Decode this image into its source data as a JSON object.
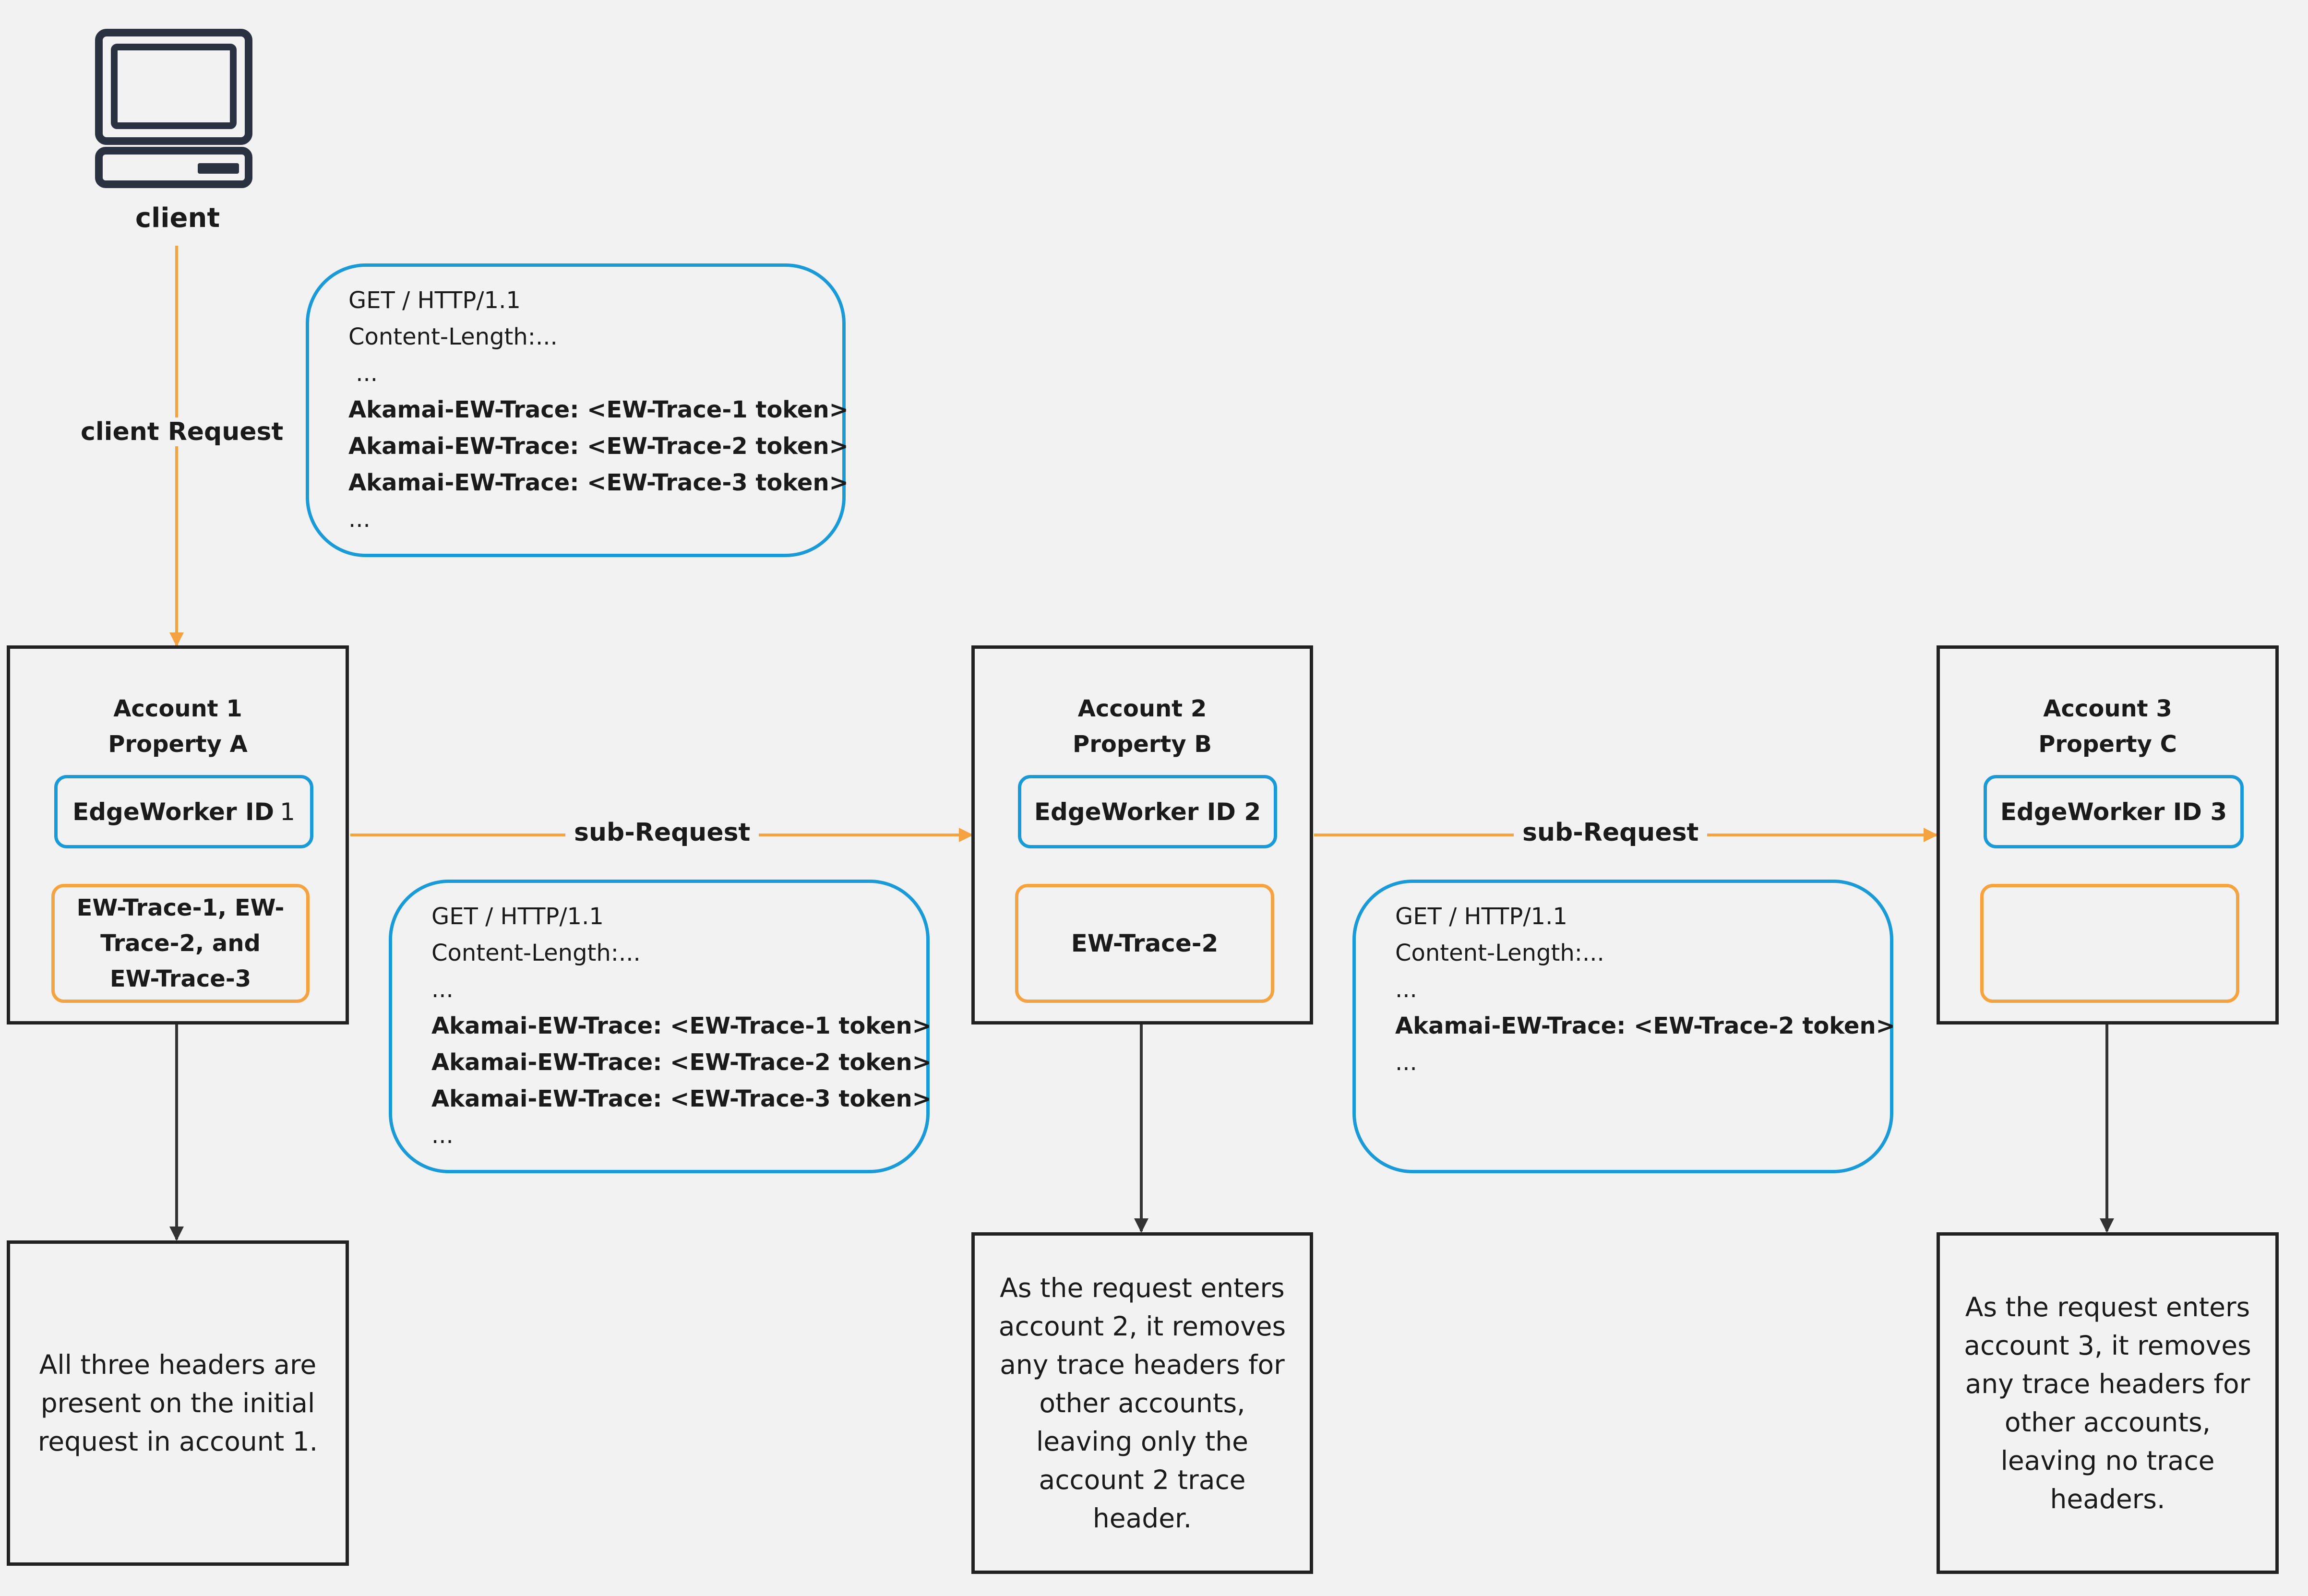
{
  "client": {
    "icon": "desktop-computer-icon",
    "label": "client"
  },
  "edge_labels": {
    "client_request": "client Request",
    "sub_request_1": "sub-Request",
    "sub_request_2": "sub-Request"
  },
  "colors": {
    "background": "#f2f2f2",
    "box_border": "#222222",
    "bubble_border": "#1a9ad6",
    "trace_border": "#f5a341",
    "request_arrow": "#f5a341",
    "flow_arrow": "#333333"
  },
  "header_blocks": [
    {
      "lines": [
        {
          "text": "GET / HTTP/1.1",
          "bold": false
        },
        {
          "text": "Content-Length:...",
          "bold": false
        },
        {
          "text": " ...",
          "bold": false
        },
        {
          "text": "Akamai-EW-Trace: <EW-Trace-1 token>",
          "bold": true
        },
        {
          "text": "Akamai-EW-Trace: <EW-Trace-2 token>",
          "bold": true
        },
        {
          "text": "Akamai-EW-Trace: <EW-Trace-3 token>",
          "bold": true
        },
        {
          "text": "...",
          "bold": false
        }
      ]
    },
    {
      "lines": [
        {
          "text": "GET / HTTP/1.1",
          "bold": false
        },
        {
          "text": "Content-Length:...",
          "bold": false
        },
        {
          "text": "...",
          "bold": false
        },
        {
          "text": "Akamai-EW-Trace: <EW-Trace-1 token>",
          "bold": true
        },
        {
          "text": "Akamai-EW-Trace: <EW-Trace-2 token>",
          "bold": true
        },
        {
          "text": "Akamai-EW-Trace: <EW-Trace-3 token>",
          "bold": true
        },
        {
          "text": "...",
          "bold": false
        }
      ]
    },
    {
      "lines": [
        {
          "text": "GET / HTTP/1.1",
          "bold": false
        },
        {
          "text": "Content-Length:...",
          "bold": false
        },
        {
          "text": "...",
          "bold": false
        },
        {
          "text": "Akamai-EW-Trace: <EW-Trace-2 token>",
          "bold": true
        },
        {
          "text": "...",
          "bold": false
        }
      ]
    }
  ],
  "accounts": [
    {
      "title_line1": "Account 1",
      "title_line2": "Property A",
      "edgeworker_label": "EdgeWorker ID",
      "edgeworker_id": "1",
      "trace": "EW-Trace-1, EW-Trace-2, and EW-Trace-3",
      "note": "All three headers are present on the initial request in account 1."
    },
    {
      "title_line1": "Account 2",
      "title_line2": "Property B",
      "edgeworker_label": "EdgeWorker ID 2",
      "edgeworker_id": "",
      "trace": "EW-Trace-2",
      "note": "As the request enters account 2, it removes any trace headers for other accounts, leaving only the account 2 trace header."
    },
    {
      "title_line1": "Account 3",
      "title_line2": "Property C",
      "edgeworker_label": "EdgeWorker ID 3",
      "edgeworker_id": "",
      "trace": "",
      "note": "As the request enters account 3, it removes any trace headers for other accounts, leaving no trace headers."
    }
  ]
}
